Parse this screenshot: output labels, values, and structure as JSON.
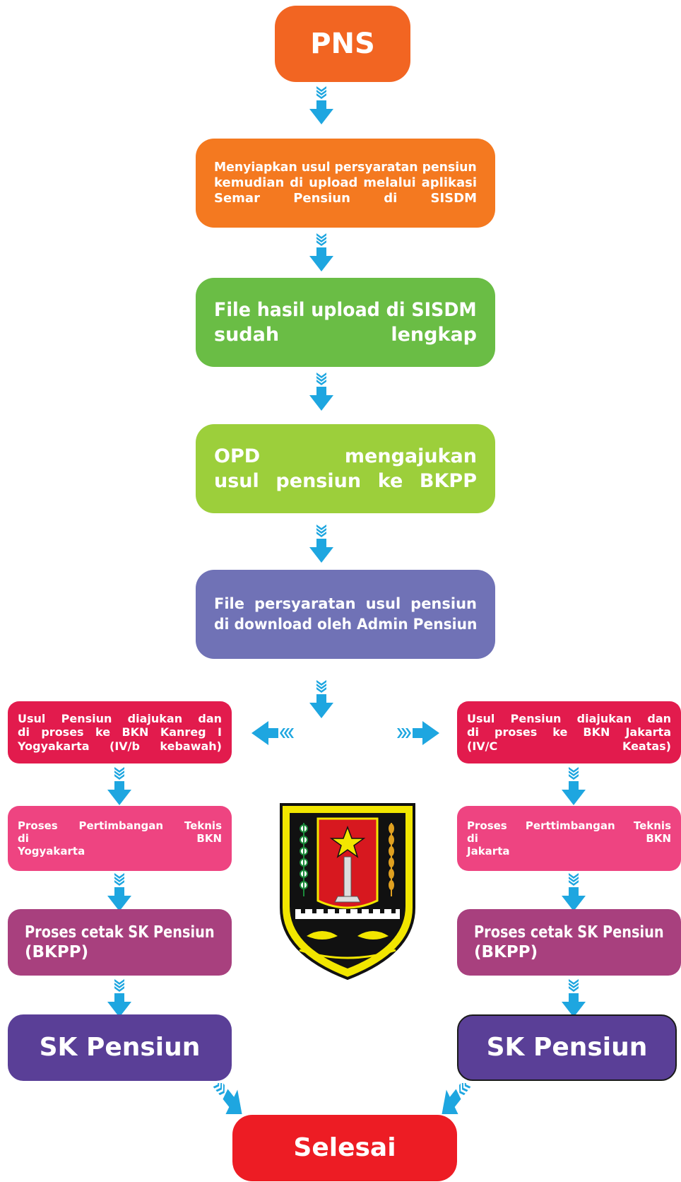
{
  "colors": {
    "pns": "#f26522",
    "prepare": "#f47920",
    "upload_complete": "#6abd45",
    "opd_submit": "#9ccf3b",
    "download": "#7072b6",
    "bkn_submit": "#e21b4d",
    "technical_review": "#ee4481",
    "print_sk": "#a8407e",
    "sk_pensiun": "#5a3f97",
    "finish": "#ed1c24",
    "arrow": "#1ea6e0"
  },
  "main": {
    "pns": "PNS",
    "prepare": [
      "Menyiapkan usul persyaratan pensiun",
      "kemudian di upload melalui aplikasi",
      "Semar Pensiun di SISDM"
    ],
    "upload_complete": [
      "File hasil upload di SISDM",
      "sudah lengkap"
    ],
    "opd_submit": [
      "OPD mengajukan",
      "usul pensiun ke BKPP"
    ],
    "download": [
      "File persyaratan usul pensiun",
      "di download oleh Admin Pensiun"
    ]
  },
  "left": {
    "bkn_submit": [
      "Usul Pensiun diajukan dan",
      "di proses ke BKN Kanreg I",
      "Yogyakarta (IV/b kebawah)"
    ],
    "technical_review": [
      "Proses Pertimbangan Teknis",
      "di BKN",
      "Yogyakarta"
    ],
    "print_sk": [
      "Proses cetak SK Pensiun",
      "(BKPP)"
    ],
    "sk": "SK Pensiun"
  },
  "right": {
    "bkn_submit": [
      "Usul Pensiun diajukan dan",
      "di proses ke BKN Jakarta",
      "(IV/C Keatas)"
    ],
    "technical_review": [
      "Proses Perttimbangan Teknis",
      "di BKN",
      "Jakarta"
    ],
    "print_sk": [
      "Proses cetak SK Pensiun",
      "(BKPP)"
    ],
    "sk": "SK Pensiun"
  },
  "finish": "Selesai",
  "logo": {
    "icon": "semarang-city-coat-of-arms"
  }
}
